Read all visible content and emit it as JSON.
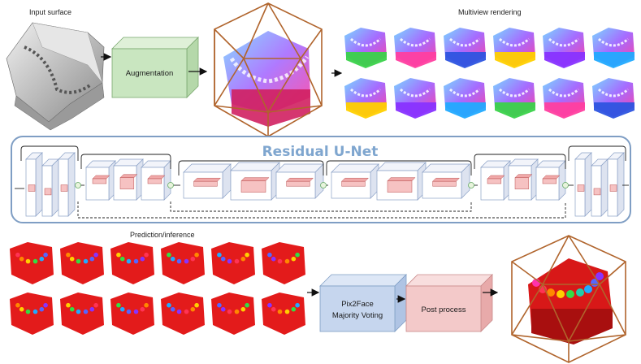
{
  "labels": {
    "input_surface": "Input surface",
    "multiview_rendering": "Multiview rendering",
    "augmentation": "Augmentation",
    "network_title": "Residual U-Net",
    "prediction": "Prediction/inference",
    "pix2face_line1": "Pix2Face",
    "pix2face_line2": "Majority Voting",
    "post_process": "Post process"
  },
  "colors": {
    "aug_box": "#c9e6c0",
    "pix2face_box": "#c6d6ee",
    "post_box": "#f3c9c9",
    "unet_frame": "#7f9ec4",
    "prediction_red": "#e31b1b",
    "icosahedron_edge": "#b0642c"
  },
  "multiview": {
    "rows": 2,
    "cols": 6
  },
  "predictions": {
    "rows": 2,
    "cols": 6
  }
}
